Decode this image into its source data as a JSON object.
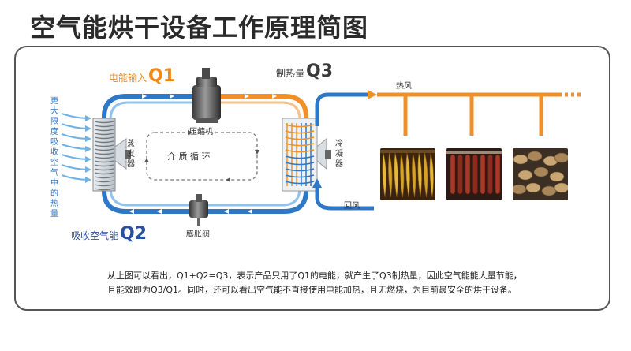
{
  "title": "空气能烘干设备工作原理简图",
  "labels": {
    "power_input": "电能输入",
    "q1": "Q1",
    "heat_output": "制热量",
    "q3": "Q3",
    "absorb": "吸收空气能",
    "q2": "Q2",
    "compressor": "压缩机",
    "evaporator": "蒸发器",
    "condenser": "冷凝器",
    "cycle": "介 质 循 环",
    "expansion_valve": "膨胀阀",
    "hot_air": "热风",
    "return_air": "回风",
    "air_side": "更大限度吸收空气中的热量"
  },
  "description": {
    "line1": "从上图可以看出，Q1+Q2=Q3，表示产品只用了Q1的电能，就产生了Q3制热量，因此空气能能大量节能，",
    "line2": "且能效即为Q3/Q1。同时，还可以看出空气能不直接使用电能加热，且无燃烧，为目前最安全的烘干设备。"
  },
  "colors": {
    "hot_pipe": "#f0902a",
    "cold_pipe": "#2f78c8",
    "light_pipe": "#8fc3ee",
    "frame": "#555555"
  }
}
